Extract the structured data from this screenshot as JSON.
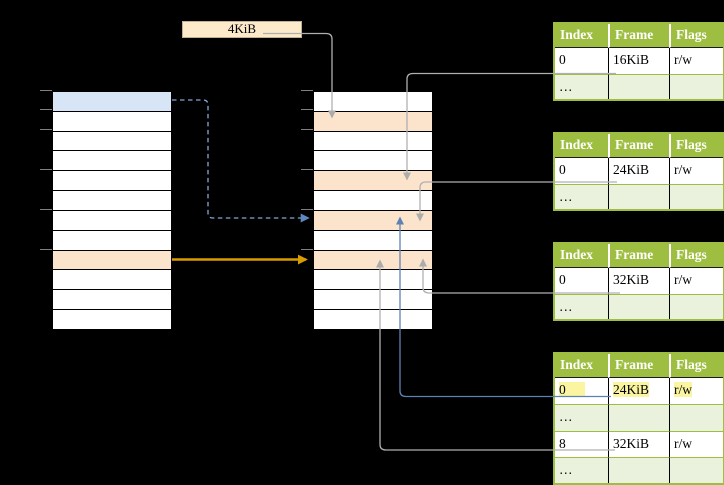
{
  "page_size_box": {
    "label": "4KiB"
  },
  "left_column": {
    "row_count": 12,
    "blue_row_index": 0,
    "orange_row_index": 8
  },
  "middle_column": {
    "row_count": 12,
    "orange_row_indexes": [
      1,
      4,
      6,
      8
    ]
  },
  "tables": [
    {
      "headers": [
        "Index",
        "Frame",
        "Flags"
      ],
      "rows": [
        {
          "cells": [
            "0",
            "16KiB",
            "r/w"
          ]
        },
        {
          "cells": [
            "…",
            "",
            ""
          ]
        }
      ]
    },
    {
      "headers": [
        "Index",
        "Frame",
        "Flags"
      ],
      "rows": [
        {
          "cells": [
            "0",
            "24KiB",
            "r/w"
          ]
        },
        {
          "cells": [
            "…",
            "",
            ""
          ]
        }
      ]
    },
    {
      "headers": [
        "Index",
        "Frame",
        "Flags"
      ],
      "rows": [
        {
          "cells": [
            "0",
            "32KiB",
            "r/w"
          ]
        },
        {
          "cells": [
            "…",
            "",
            ""
          ]
        }
      ]
    },
    {
      "headers": [
        "Index",
        "Frame",
        "Flags"
      ],
      "rows": [
        {
          "cells": [
            "0",
            "24KiB",
            "r/w"
          ],
          "highlighted": true
        },
        {
          "cells": [
            "…",
            "",
            ""
          ]
        },
        {
          "cells": [
            "8",
            "32KiB",
            "r/w"
          ]
        },
        {
          "cells": [
            "…",
            "",
            ""
          ]
        }
      ]
    }
  ],
  "palette": {
    "background": "#000000",
    "table_header_green": "#9EBE41",
    "table_row_green": "#EAF1DC",
    "row_orange": "#FCE4CC",
    "row_blue": "#D8E5F6",
    "box_cream": "#FCEACA",
    "highlight_yellow": "#FBF5A2",
    "arrow_orange": "#D99C00",
    "arrow_blue": "#5E81B5",
    "arrow_blue_dashed": "#84A7D4",
    "line_gray": "#B0B0B0"
  }
}
